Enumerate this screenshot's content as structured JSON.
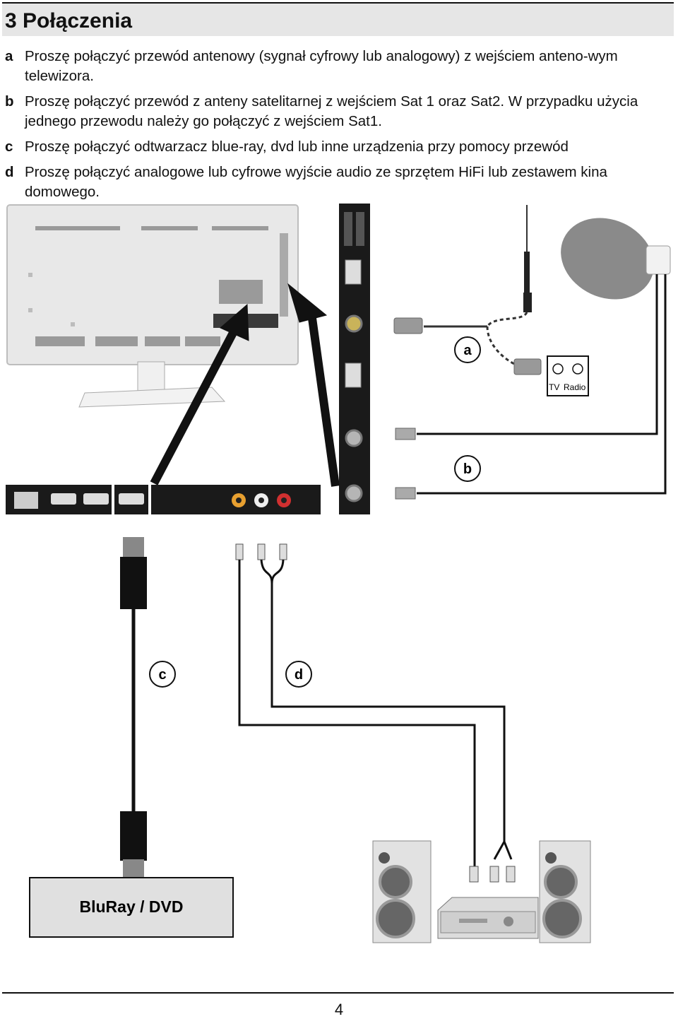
{
  "header": {
    "title": "3 Połączenia"
  },
  "instructions": [
    {
      "key": "a",
      "text": "Proszę połączyć przewód antenowy (sygnał cyfrowy lub analogowy) z wejściem anteno-wym telewizora."
    },
    {
      "key": "b",
      "text": "Proszę połączyć przewód z anteny satelitarnej z wejściem Sat 1 oraz Sat2. W przypadku użycia jednego przewodu należy go połączyć z wejściem Sat1."
    },
    {
      "key": "c",
      "text": "Proszę połączyć odtwarzacz blue-ray, dvd lub inne urządzenia przy pomocy przewód"
    },
    {
      "key": "d",
      "text": "Proszę połączyć analogowe lub cyfrowe wyjście audio ze sprzętem HiFi lub zestawem kina domowego."
    }
  ],
  "diagram": {
    "labels": {
      "a": "a",
      "b": "b",
      "c": "c",
      "d": "d"
    },
    "wall_socket": {
      "tv": "TV",
      "radio": "Radio"
    },
    "player_label": "BluRay / DVD"
  },
  "colors": {
    "header_bg": "#e6e6e6",
    "tv_body": "#e8e8e8",
    "panel": "#1a1a1a",
    "dish": "#8a8a8a"
  },
  "footer": {
    "page_number": "4"
  }
}
